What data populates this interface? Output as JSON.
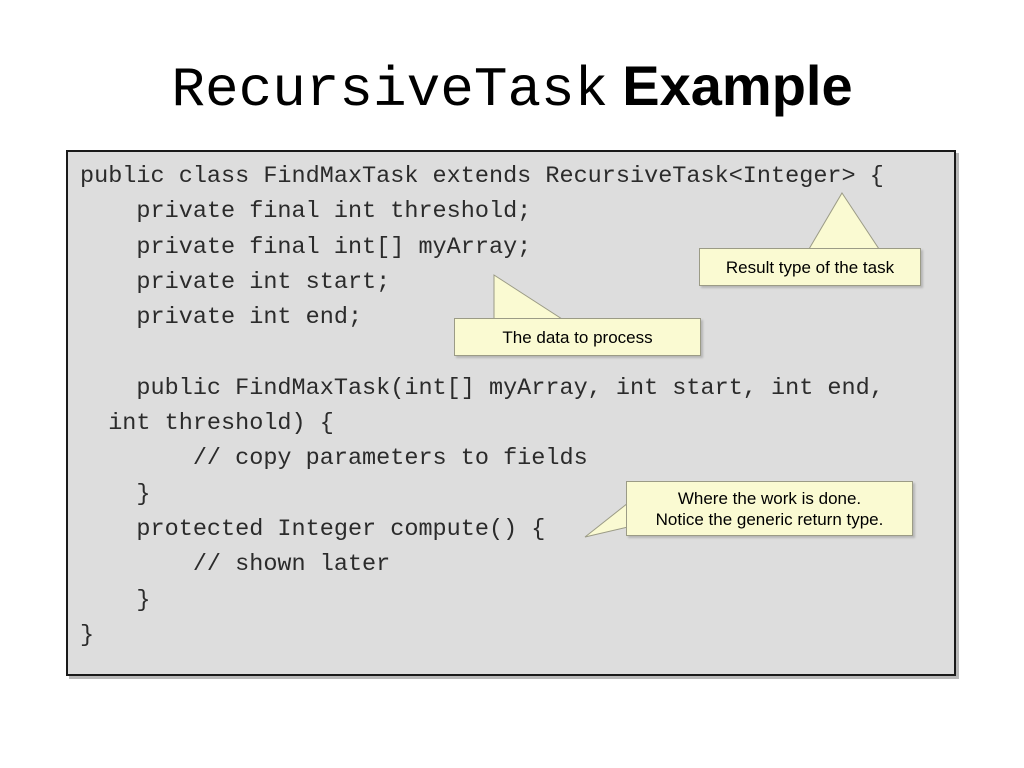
{
  "slide": {
    "title_mono": "RecursiveTask",
    "title_sans": "Example",
    "background_color": "#ffffff"
  },
  "code_block": {
    "background_color": "#dddddd",
    "border_color": "#1a1a1a",
    "text_color": "#2b2b2b",
    "language": "java",
    "lines": [
      "public class FindMaxTask extends RecursiveTask<Integer> {",
      "    private final int threshold;",
      "    private final int[] myArray;",
      "    private int start;",
      "    private int end;",
      "",
      "    public FindMaxTask(int[] myArray, int start, int end,",
      "  int threshold) {",
      "        // copy parameters to fields",
      "    }",
      "    protected Integer compute() {",
      "        // shown later",
      "    }",
      "}"
    ],
    "text": "public class FindMaxTask extends RecursiveTask<Integer> {\n    private final int threshold;\n    private final int[] myArray;\n    private int start;\n    private int end;\n\n    public FindMaxTask(int[] myArray, int start, int end,\n  int threshold) {\n        // copy parameters to fields\n    }\n    protected Integer compute() {\n        // shown later\n    }\n}"
  },
  "callouts": [
    {
      "id": "result-type",
      "text": "Result type of the task",
      "fill_color": "#fafad2",
      "border_color": "#9b9b86",
      "points_to": "RecursiveTask<Integer>"
    },
    {
      "id": "data",
      "text": "The data to process",
      "fill_color": "#fafad2",
      "border_color": "#9b9b86",
      "points_to": "int[] myArray"
    },
    {
      "id": "work",
      "line1": "Where the work is done.",
      "line2": "Notice the generic return type.",
      "fill_color": "#fafad2",
      "border_color": "#9b9b86",
      "points_to": "protected Integer compute()"
    }
  ]
}
